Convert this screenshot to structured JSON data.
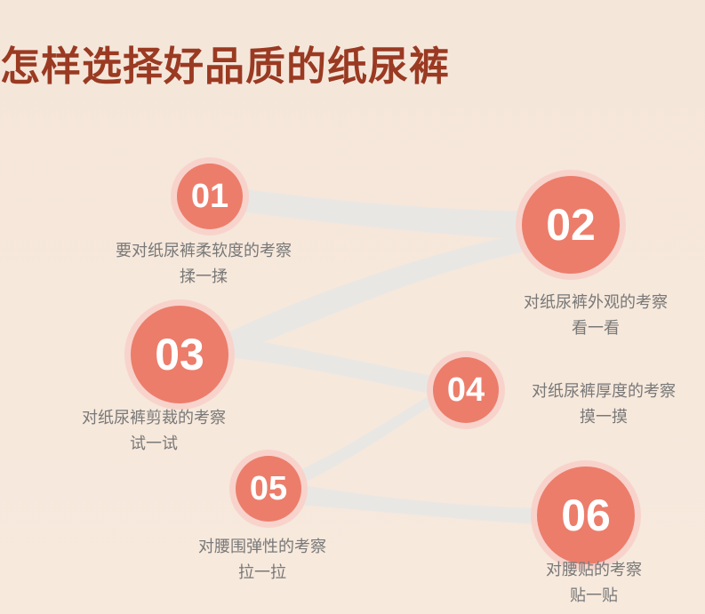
{
  "title": "怎样选择好品质的纸尿裤",
  "steps": [
    {
      "num": "01",
      "line1": "要对纸尿裤柔软度的考察",
      "line2": "揉一揉"
    },
    {
      "num": "02",
      "line1": "对纸尿裤外观的考察",
      "line2": "看一看"
    },
    {
      "num": "03",
      "line1": "对纸尿裤剪裁的考察",
      "line2": "试一试"
    },
    {
      "num": "04",
      "line1": "对纸尿裤厚度的考察",
      "line2": "摸一摸"
    },
    {
      "num": "05",
      "line1": "对腰围弹性的考察",
      "line2": "拉一拉"
    },
    {
      "num": "06",
      "line1": "对腰贴的考察",
      "line2": "贴一贴"
    }
  ],
  "colors": {
    "title": "#9a3a22",
    "circle": "#ec7d6b",
    "ring": "#f8d3cc",
    "link": "#e9e7e4",
    "text": "#787878"
  }
}
